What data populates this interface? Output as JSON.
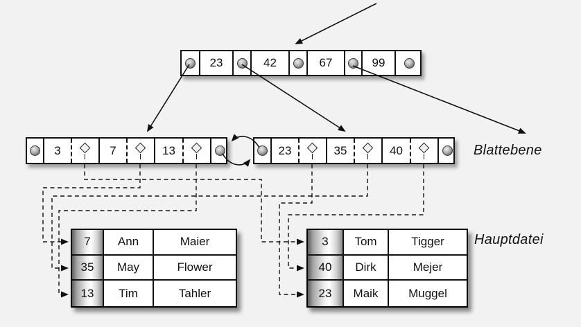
{
  "labels": {
    "leaf_level": "Blattebene",
    "main_file": "Hauptdatei"
  },
  "root_node": {
    "keys": [
      "23",
      "42",
      "67",
      "99"
    ]
  },
  "leaves": {
    "left": {
      "keys": [
        "3",
        "7",
        "13"
      ]
    },
    "right": {
      "keys": [
        "23",
        "35",
        "40"
      ]
    }
  },
  "tables": {
    "left": {
      "rows": [
        [
          "7",
          "Ann",
          "Maier"
        ],
        [
          "35",
          "May",
          "Flower"
        ],
        [
          "13",
          "Tim",
          "Tahler"
        ]
      ]
    },
    "right": {
      "rows": [
        [
          "3",
          "Tom",
          "Tigger"
        ],
        [
          "40",
          "Dirk",
          "Mejer"
        ],
        [
          "23",
          "Maik",
          "Muggel"
        ]
      ]
    }
  },
  "icons": {
    "node_pointer": "circle-dot",
    "record_pointer": "diamond",
    "arrowhead": "solid-triangle"
  },
  "colors": {
    "background": "#f2f2f2",
    "line": "#111111",
    "node_fill": "#ffffff"
  }
}
